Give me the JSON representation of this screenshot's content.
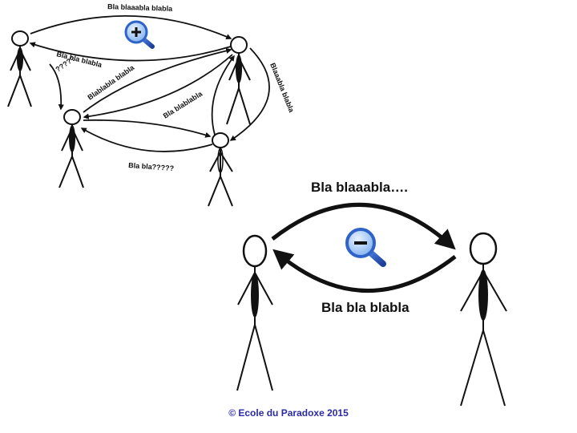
{
  "top_network": {
    "labels": {
      "top": "Bla blaaabla  blabla",
      "upper_left": "Bla bla  blabla",
      "question": "?????",
      "diag_a": "Blablabla blabla",
      "diag_b": "Bla blablabla",
      "right_arc": "Blaaabla blabla",
      "bottom": "Bla bla?????"
    },
    "zoom_icon": "zoom-in-icon"
  },
  "bottom_dialog": {
    "label_top": "Bla blaaabla….",
    "label_bottom": "Bla bla  blabla",
    "zoom_icon": "zoom-out-icon"
  },
  "footer": {
    "copyright": "© Ecole du Paradoxe 2015"
  },
  "colors": {
    "ink": "#111111",
    "footer_text": "#2a2aa8",
    "magnifier_lens": "#2f63c8",
    "magnifier_handle": "#1d3f9a"
  }
}
